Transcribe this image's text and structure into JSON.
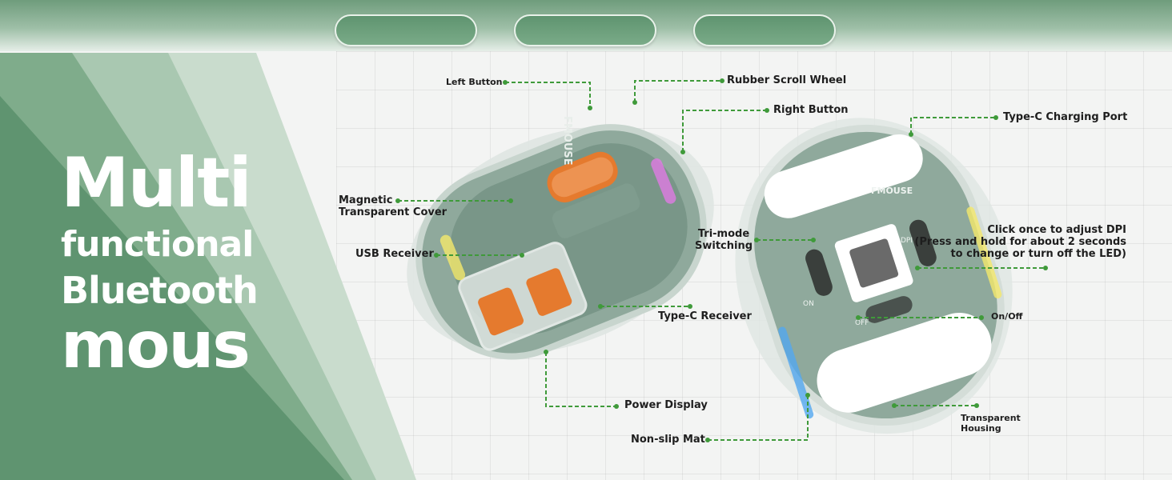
{
  "hero": {
    "line1": "Multi",
    "line2": "functional",
    "line3": "Bluetooth",
    "line4": "mous"
  },
  "device": {
    "brand": "FMOUSE",
    "dpi_label": "DPI",
    "on_label": "ON",
    "off_label": "OFF"
  },
  "callouts": {
    "left_button": "Left Button",
    "rubber_scroll_wheel": "Rubber Scroll Wheel",
    "right_button": "Right Button",
    "type_c_charging_port": "Type-C Charging Port",
    "magnetic_cover_line1": "Magnetic",
    "magnetic_cover_line2": "Transparent Cover",
    "usb_receiver": "USB Receiver",
    "tri_mode_line1": "Tri-mode",
    "tri_mode_line2": "Switching",
    "dpi_line1": "Click once to adjust DPI",
    "dpi_line2": "(Press and hold for about 2 seconds",
    "dpi_line3": "to change or turn off the LED)",
    "type_c_receiver": "Type-C Receiver",
    "on_off": "On/Off",
    "power_display": "Power Display",
    "transparent_housing_line1": "Transparent",
    "transparent_housing_line2": "Housing",
    "non_slip_mat": "Non-slip Mat"
  },
  "colors": {
    "accent_green": "#5a9a6c",
    "leader_green": "#3f9a3a",
    "mouse_body": "#8fa99c",
    "orange_parts": "#e57a2e"
  }
}
